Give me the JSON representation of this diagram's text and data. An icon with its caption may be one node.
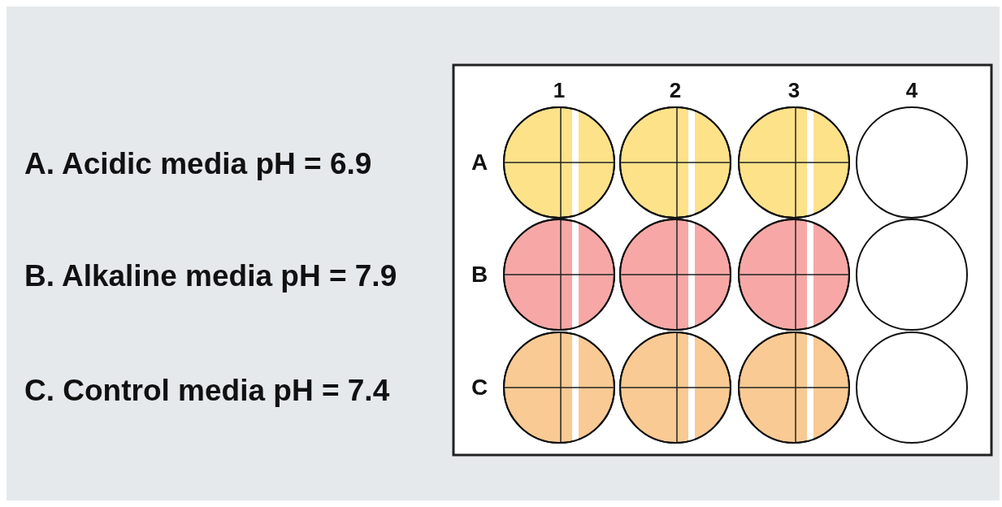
{
  "diagram": {
    "labels": [
      "A. Acidic media pH = 6.9",
      "B. Alkaline media pH = 7.9",
      "C. Control media pH = 7.4",
      "1",
      "2",
      "3",
      "4",
      "A",
      "B",
      "C"
    ]
  }
}
